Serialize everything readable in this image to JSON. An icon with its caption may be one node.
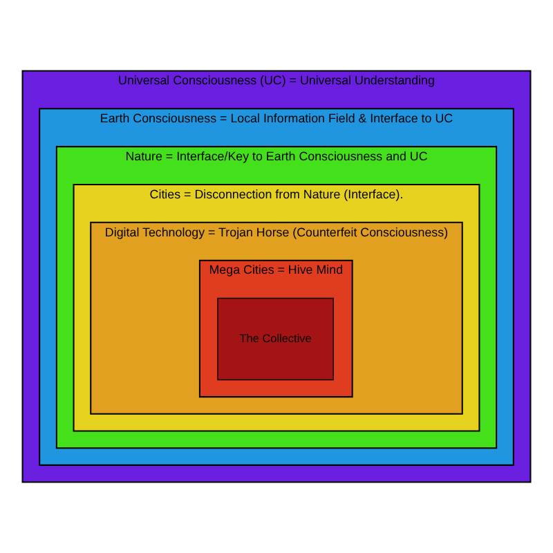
{
  "diagram": {
    "nodes": [
      {
        "text": [
          "Universal Consciousness (UC) = Universal Understanding"
        ]
      },
      {
        "text": [
          "Earth Consciousness = Local Information Field & Interface to UC"
        ],
        "in": 0
      },
      {
        "text": [
          "Nature = Interface/Key to Earth Consciousness and UC"
        ],
        "in": 1
      },
      {
        "text": [
          "Cities = Disconnection from Nature (Interface)."
        ],
        "in": 2
      },
      {
        "text": [
          "Digital Technology = Trojan Horse (Counterfeit Consciousness)"
        ],
        "in": 3
      },
      {
        "text": [
          "Mega Cities = Hive Mind"
        ],
        "in": 4
      },
      {
        "text": [
          "The Collective"
        ],
        "in": 5
      }
    ]
  }
}
